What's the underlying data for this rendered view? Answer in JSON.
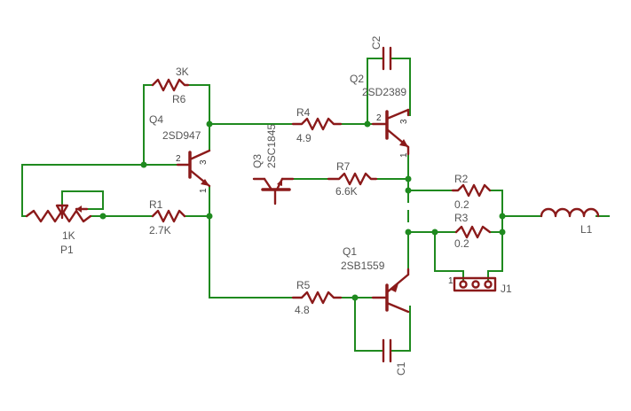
{
  "colors": {
    "wire": "#1f8a1f",
    "component": "#8b1a1a",
    "label": "#555555",
    "background": "#ffffff"
  },
  "components": {
    "p1": {
      "name": "P1",
      "value": "1K"
    },
    "r1": {
      "name": "R1",
      "value": "2.7K"
    },
    "r6": {
      "name": "R6",
      "value": "3K"
    },
    "q4": {
      "name": "Q4",
      "value": "2SD947"
    },
    "r4": {
      "name": "R4",
      "value": "4.9"
    },
    "q3": {
      "name": "Q3",
      "value": "2SC1845"
    },
    "r7": {
      "name": "R7",
      "value": "6.6K"
    },
    "q2": {
      "name": "Q2",
      "value": "2SD2389"
    },
    "c2": {
      "name": "C2"
    },
    "r2": {
      "name": "R2",
      "value": "0.2"
    },
    "r3": {
      "name": "R3",
      "value": "0.2"
    },
    "l1": {
      "name": "L1"
    },
    "q1": {
      "name": "Q1",
      "value": "2SB1559"
    },
    "r5": {
      "name": "R5",
      "value": "4.8"
    },
    "c1": {
      "name": "C1"
    },
    "j1": {
      "name": "J1",
      "pin": "1"
    }
  },
  "pins": {
    "one": "1",
    "two": "2",
    "three": "3"
  }
}
